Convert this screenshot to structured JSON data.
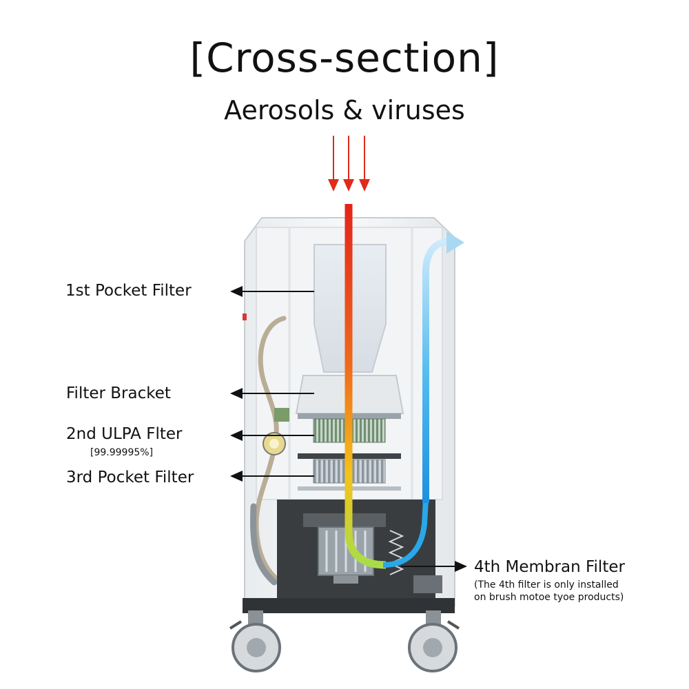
{
  "title": "[Cross-section]",
  "subtitle": "Aerosols & viruses",
  "labels": {
    "pocket1": "1st Pocket Filter",
    "bracket": "Filter Bracket",
    "ulpa": "2nd ULPA Flter",
    "ulpa_rating": "[99.99995%]",
    "pocket3": "3rd Pocket Filter",
    "membrane": "4th Membran Filter",
    "membrane_note_1": "(The 4th filter is only installed",
    "membrane_note_2": "on brush motoe tyoe products)"
  },
  "colors": {
    "inflow_arrows": "#e02a1a",
    "airflow_hot": "#e3241b",
    "airflow_mid": "#f5c21a",
    "airflow_green": "#7ddc8a",
    "airflow_out": "#2aa7e8",
    "motor_housing": "#3a3d3f",
    "filter_media": "#6f8f73"
  },
  "icons": [
    "inflow-arrows",
    "outflow-arrow-icon",
    "caster-wheel-icon"
  ]
}
